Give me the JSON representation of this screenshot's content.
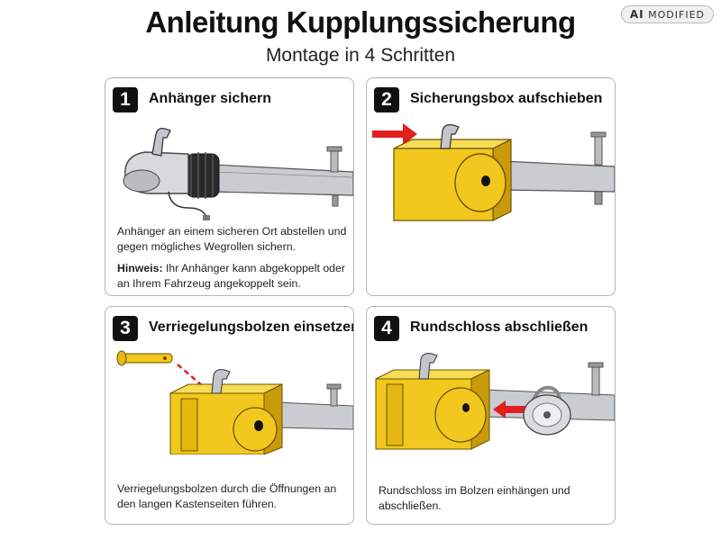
{
  "badge": {
    "ai": "AI",
    "label": "MODIFIED"
  },
  "title": "Anleitung Kupplungssicherung",
  "subtitle": "Montage in 4 Schritten",
  "steps": [
    {
      "number": "1",
      "heading": "Anhänger sichern",
      "text": "Anhänger an einem sicheren Ort abstellen und gegen mögliches Wegrollen sichern.",
      "note_label": "Hinweis:",
      "note_text": " Ihr Anhänger kann abgekoppelt oder an Ihrem Fahrzeug angekoppelt sein."
    },
    {
      "number": "2",
      "heading": "Sicherungsbox aufschieben",
      "text": ""
    },
    {
      "number": "3",
      "heading": "Verriegelungsbolzen einsetzen",
      "text": "Verriegelungsbolzen durch die Öffnungen an den langen Kastenseiten führen."
    },
    {
      "number": "4",
      "heading": "Rundschloss abschließen",
      "text": "Rundschloss im Bolzen einhängen und abschließen."
    }
  ],
  "colors": {
    "box_yellow": "#f2c81e",
    "box_dark": "#c99a0a",
    "arrow_red": "#e02020",
    "metal": "#c9ccd1"
  }
}
